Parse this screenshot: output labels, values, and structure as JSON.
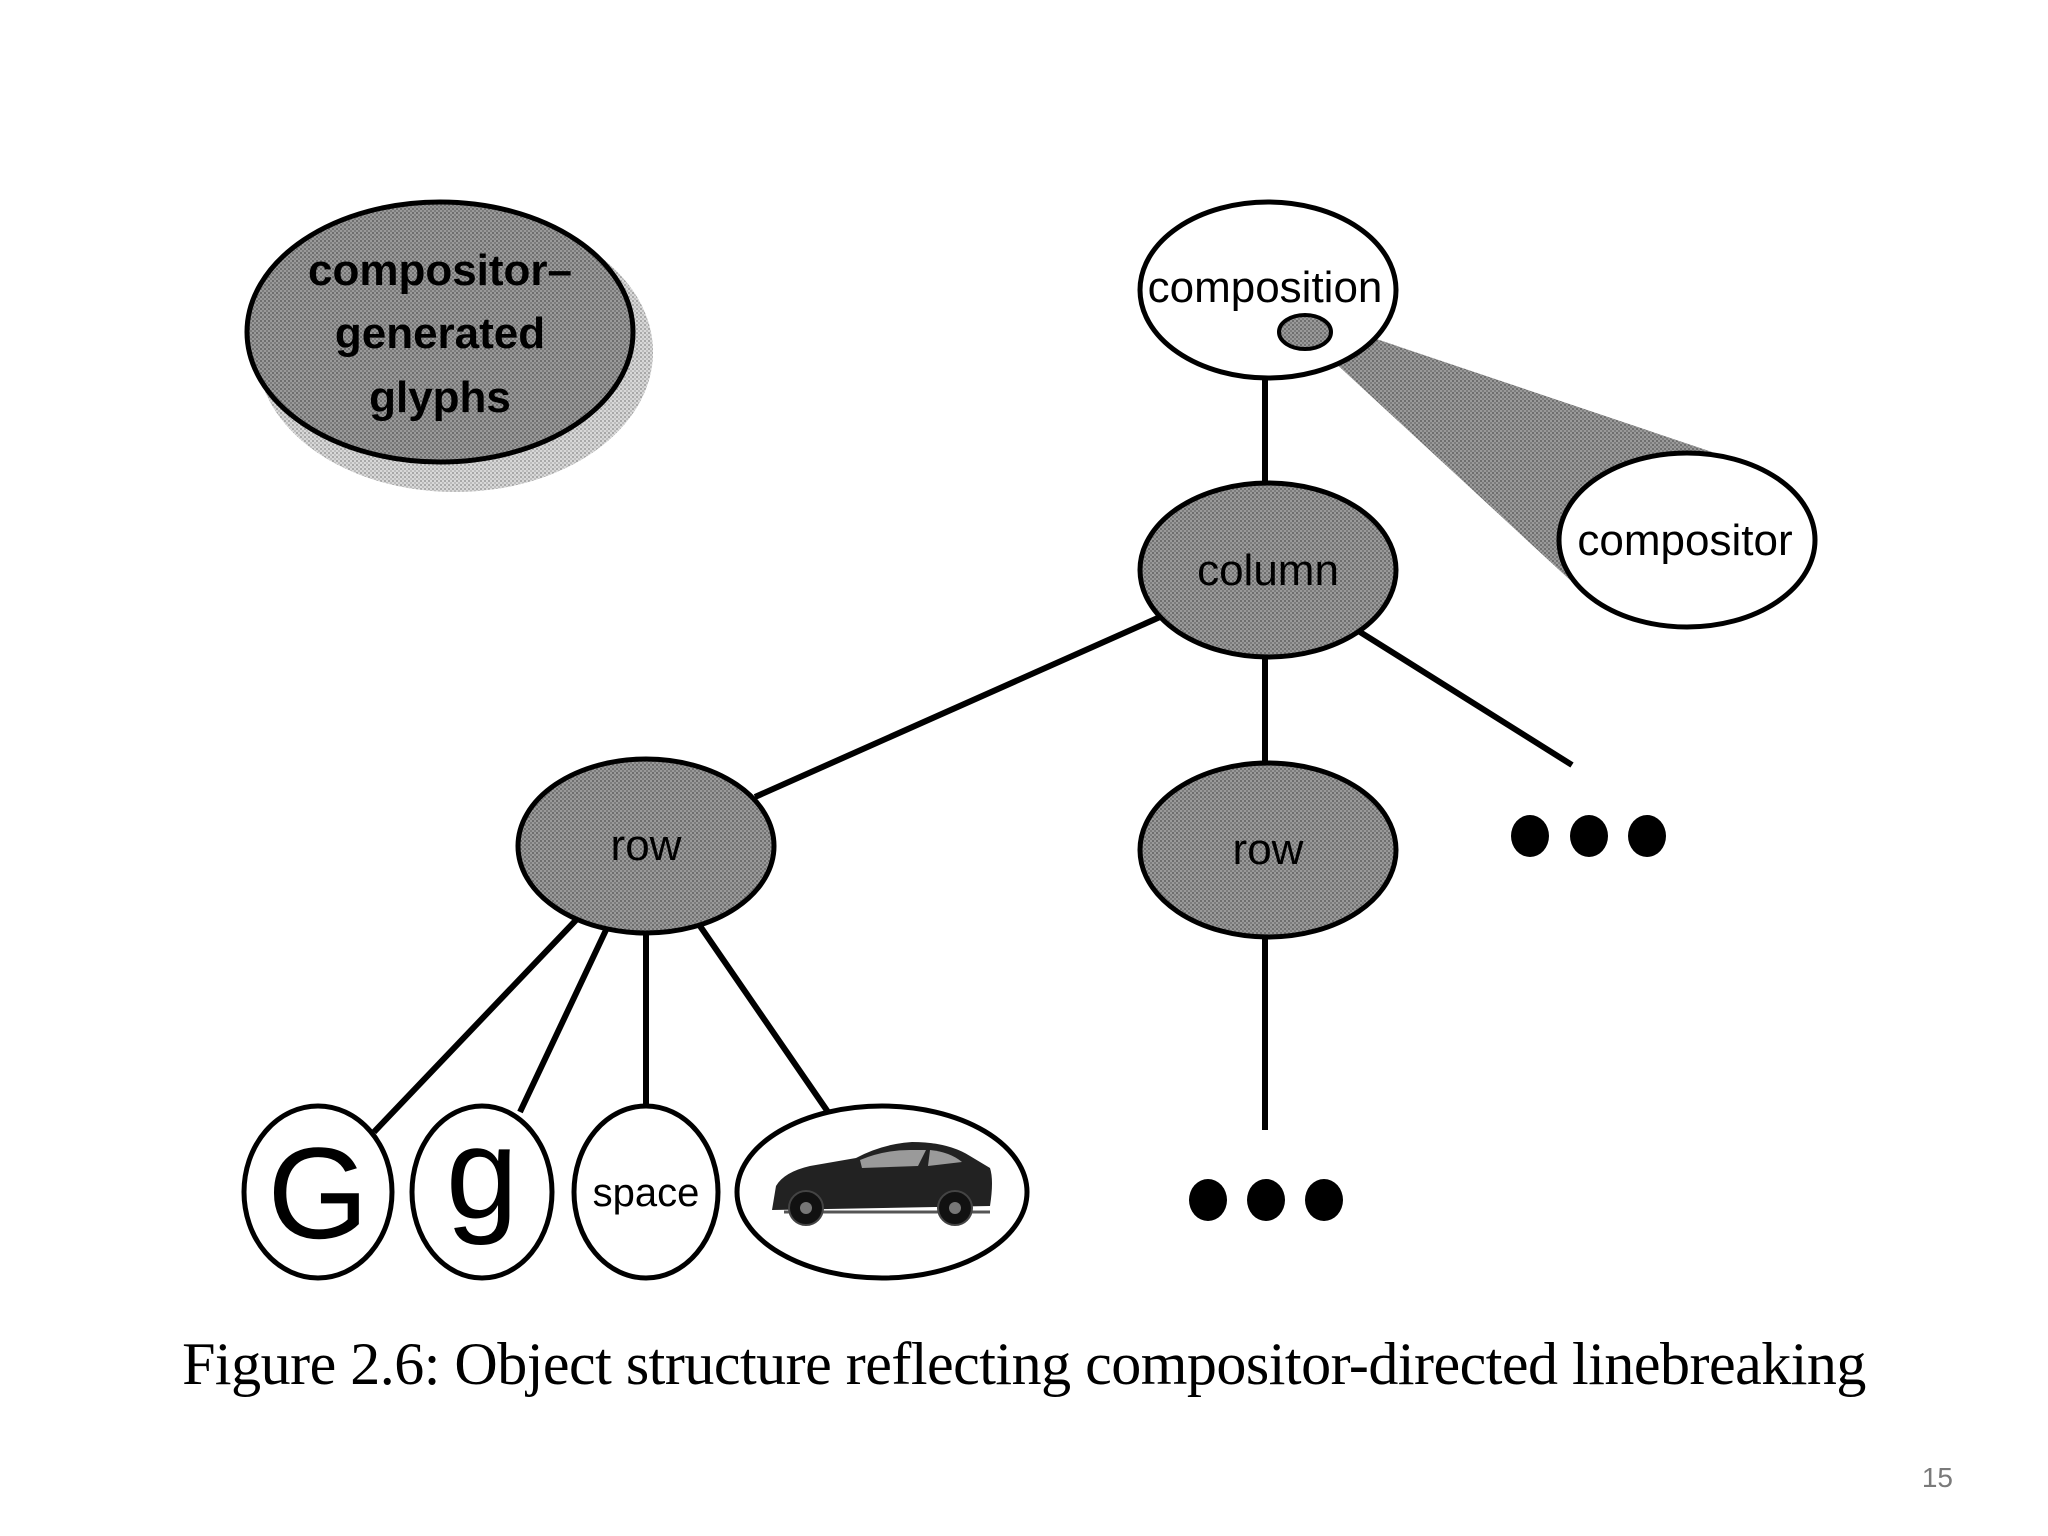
{
  "nodes": {
    "composition": "composition",
    "compositor": "compositor",
    "column": "column",
    "row_left": "row",
    "row_middle": "row",
    "glyph_uppercase": "G",
    "glyph_lowercase": "g",
    "glyph_space": "space",
    "legend": [
      "compositor–",
      "generated",
      "glyphs"
    ]
  },
  "caption": "Figure 2.6: Object structure reflecting compositor-directed linebreaking",
  "page_number": "15",
  "icons": {
    "car": "car-icon",
    "ellipsis": "ellipsis-icon"
  },
  "colors": {
    "shaded_node": "#8f8f8f",
    "outline": "#000000",
    "background": "#ffffff"
  }
}
